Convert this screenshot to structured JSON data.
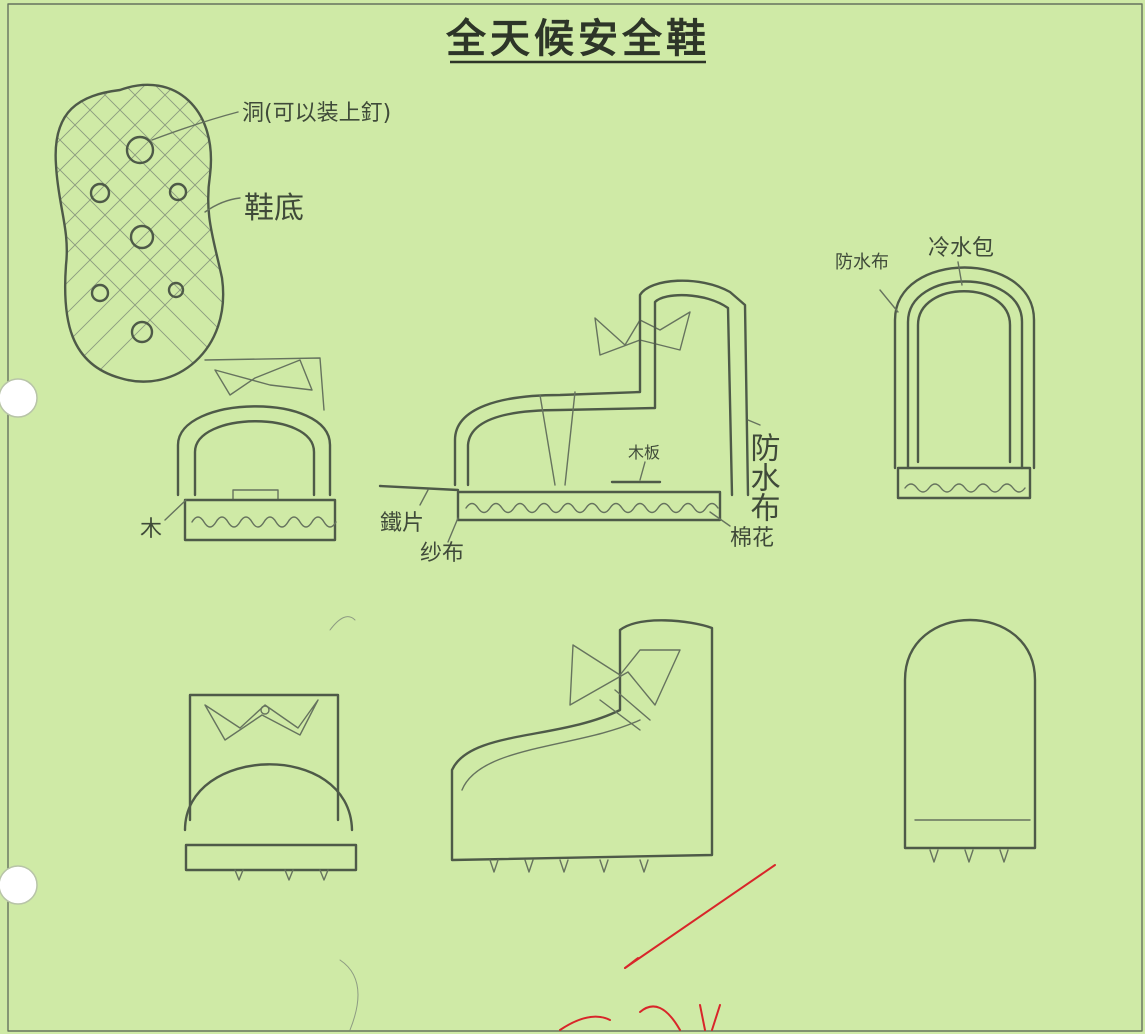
{
  "title": "全天候安全鞋",
  "sole_view": {
    "hole_label": "洞(可以装上釘)",
    "sole_label": "鞋底"
  },
  "front_view": {
    "wood_label": "木"
  },
  "side_view": {
    "board_label": "木板",
    "waterproof_label": "防水布",
    "iron_label": "鐵片",
    "gauze_label": "纱布",
    "cotton_label": "棉花"
  },
  "back_view": {
    "waterproof_label": "防水布",
    "cold_pack_label": "冷水包"
  },
  "colors": {
    "paper": "#cfeaa6",
    "pencil": "#4e5a48",
    "teacher_mark": "#d8262a"
  }
}
